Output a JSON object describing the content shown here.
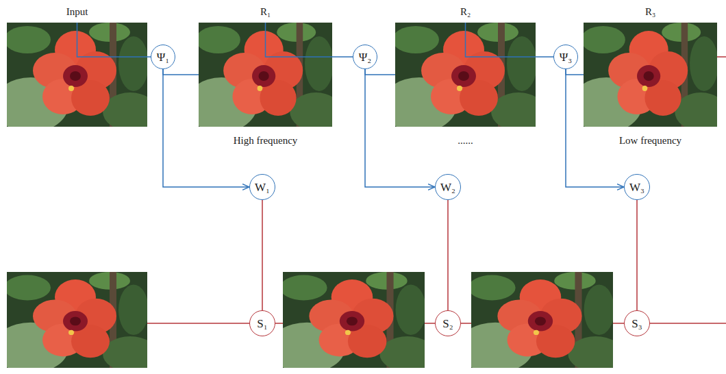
{
  "diagram": {
    "nodes": [
      {
        "text": [
          "Input"
        ]
      },
      {
        "text": [
          "Ψ₁"
        ]
      },
      {
        "text": [
          "R₁",
          "High frequency"
        ]
      },
      {
        "text": [
          "Ψ₂"
        ]
      },
      {
        "text": [
          "R₂",
          "......"
        ]
      },
      {
        "text": [
          "Ψ₃"
        ]
      },
      {
        "text": [
          "R₃",
          "Low frequency"
        ]
      },
      {
        "text": [
          "W₁"
        ]
      },
      {
        "text": [
          "W₂"
        ]
      },
      {
        "text": [
          "W₃"
        ]
      },
      {
        "text": [
          "S₁"
        ]
      },
      {
        "text": [
          "S₂"
        ]
      },
      {
        "text": [
          "S₃"
        ]
      }
    ],
    "edges": [
      {
        "from": 0,
        "to": 1,
        "arrow": "none"
      },
      {
        "from": 1,
        "to": 2,
        "arrow": "none"
      },
      {
        "from": 2,
        "to": 3,
        "arrow": "none"
      },
      {
        "from": 3,
        "to": 4,
        "arrow": "none"
      },
      {
        "from": 4,
        "to": 5,
        "arrow": "none"
      },
      {
        "from": 5,
        "to": 6,
        "arrow": "none"
      },
      {
        "from": 1,
        "to": 7,
        "arrow": "to"
      },
      {
        "from": 3,
        "to": 8,
        "arrow": "to"
      },
      {
        "from": 5,
        "to": 9,
        "arrow": "to"
      },
      {
        "from": 7,
        "to": 10,
        "arrow": "none"
      },
      {
        "from": 8,
        "to": 11,
        "arrow": "none"
      },
      {
        "from": 9,
        "to": 12,
        "arrow": "none"
      }
    ]
  }
}
